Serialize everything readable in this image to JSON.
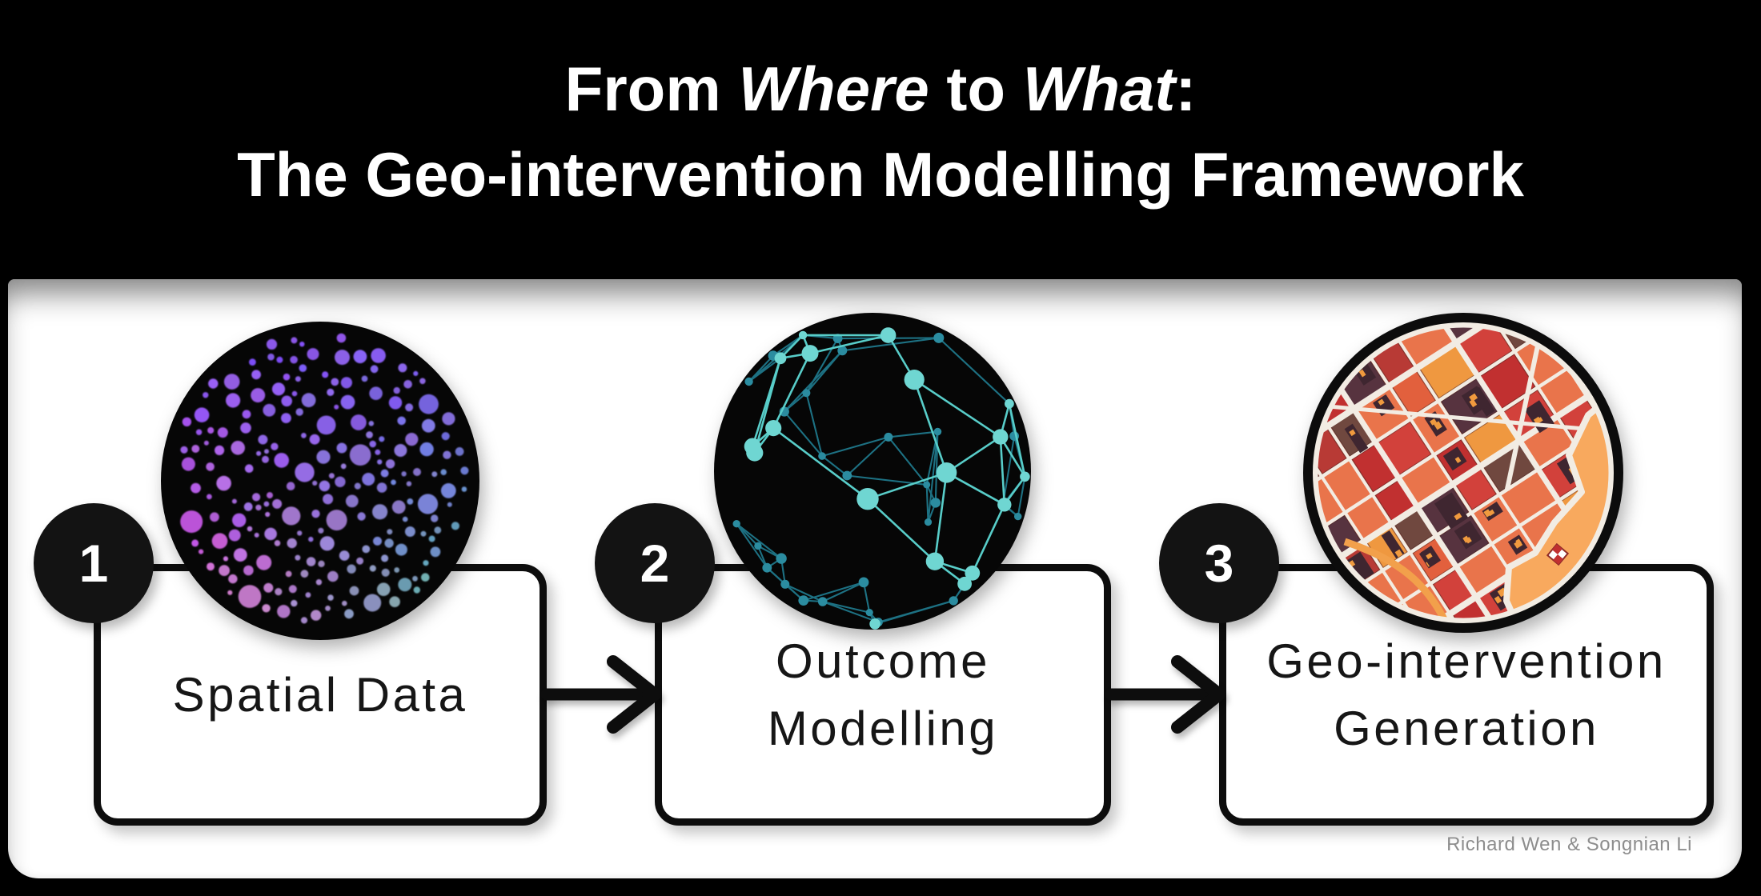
{
  "title": {
    "line1": [
      {
        "text": "From ",
        "italic": false
      },
      {
        "text": "Where",
        "italic": true
      },
      {
        "text": " to ",
        "italic": false
      },
      {
        "text": "What",
        "italic": true
      },
      {
        "text": ":",
        "italic": false
      }
    ],
    "line2": "The Geo-intervention Modelling Framework"
  },
  "steps": [
    {
      "number": "1",
      "label": "Spatial Data",
      "image": "scatter-dots"
    },
    {
      "number": "2",
      "label": "Outcome\nModelling",
      "image": "network-sphere"
    },
    {
      "number": "3",
      "label": "Geo-intervention\nGeneration",
      "image": "city-map"
    }
  ],
  "attribution": "Richard Wen & Songnian Li",
  "colors": {
    "background": "#000000",
    "panel": "#ffffff",
    "outline": "#0d0d0d",
    "badge": "#131313",
    "title_text": "#ffffff",
    "label_text": "#161616",
    "attribution_text": "#8d8d8d",
    "scatter": {
      "background": "#060606",
      "top": "#8355f0",
      "bottom_left": "#ff5fd6",
      "bottom_right": "#4cc7a4"
    },
    "network": {
      "background": "#060606",
      "node_front": "#6fd6d2",
      "node_back": "#2b8ca0",
      "edge_front": "#58cdc9",
      "edge_back": "#1d7183"
    },
    "map": {
      "background": "#e9744b",
      "water": "#f8a95e",
      "street": "#f2ece3",
      "road": "#f2a04b",
      "ring_outer": "#0c0c0c",
      "ring_inner": "#f2ece3",
      "building": "#3f2630",
      "window": "#f09a3e",
      "blocks": [
        "#d2413b",
        "#c13030",
        "#57333f",
        "#70483f",
        "#ef9840",
        "#b83a35",
        "#e2603d"
      ]
    }
  }
}
